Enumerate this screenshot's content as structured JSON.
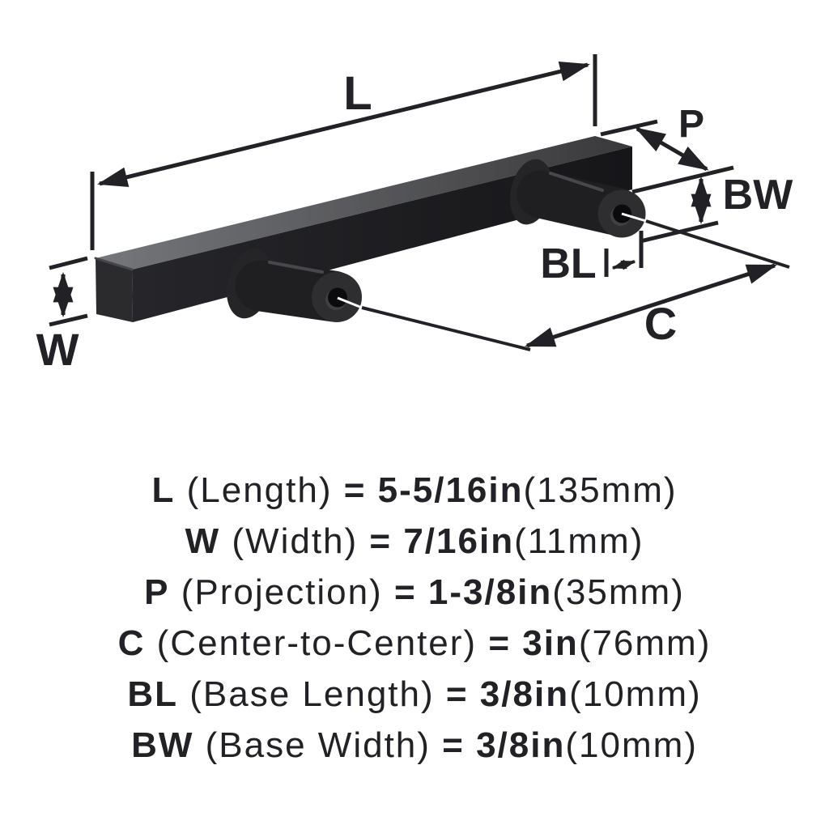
{
  "diagram": {
    "labels": {
      "length": "L",
      "projection": "P",
      "base_width": "BW",
      "base_length": "BL",
      "center_to_center": "C",
      "width": "W"
    }
  },
  "specs": [
    {
      "sym": "L",
      "name": "(Length)",
      "value": "= 5-5/16in",
      "metric": "(135mm)"
    },
    {
      "sym": "W",
      "name": "(Width)",
      "value": "= 7/16in",
      "metric": "(11mm)"
    },
    {
      "sym": "P",
      "name": "(Projection)",
      "value": "= 1-3/8in",
      "metric": "(35mm)"
    },
    {
      "sym": "C",
      "name": "(Center-to-Center)",
      "value": "= 3in",
      "metric": "(76mm)"
    },
    {
      "sym": "BL",
      "name": "(Base Length)",
      "value": "= 3/8in",
      "metric": "(10mm)"
    },
    {
      "sym": "BW",
      "name": "(Base Width)",
      "value": "= 3/8in",
      "metric": "(10mm)"
    }
  ],
  "colors": {
    "background": "#ffffff",
    "ink": "#222226",
    "bar_top_light": "#76777a",
    "bar_top_dark": "#39393c",
    "bar_front": "#1c1c1e",
    "bar_end_cap": "#2b2b2e",
    "post_body": "#1f1f22",
    "post_cap": "#2e2e31",
    "post_hole": "#0b0b0d"
  }
}
